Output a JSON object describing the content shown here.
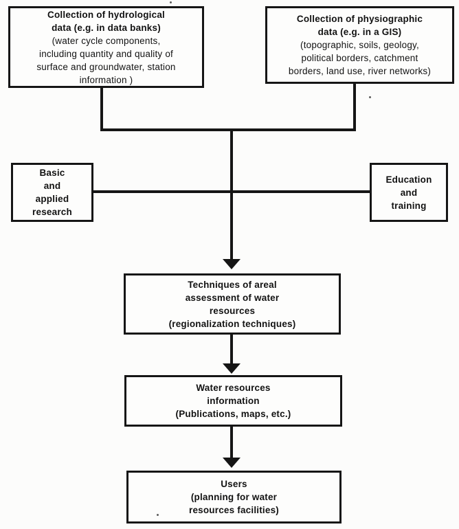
{
  "figure": {
    "type": "flowchart",
    "subject": "Areal assessment of water resources process diagram",
    "colors": {
      "background": "#fcfcfb",
      "box_fill": "#fdfdfc",
      "line": "#151515",
      "text": "#121212"
    }
  },
  "nodes": {
    "hydrological": {
      "title": "Collection of hydrological\ndata (e.g. in data banks)",
      "subtitle": "(water cycle components,\nincluding quantity and quality of\nsurface and groundwater, station\ninformation )"
    },
    "physiographic": {
      "title": "Collection of physiographic\ndata (e.g. in a GIS)",
      "subtitle": "(topographic, soils, geology,\npolitical borders, catchment\nborders, land use, river networks)"
    },
    "research": {
      "title": "Basic\nand\napplied\nresearch"
    },
    "education": {
      "title": "Education\nand\ntraining"
    },
    "techniques": {
      "title": "Techniques of areal\nassessment of water\nresources",
      "subtitle": "(regionalization techniques)"
    },
    "information": {
      "title": "Water resources\ninformation",
      "subtitle": "(Publications, maps, etc.)"
    },
    "users": {
      "title": "Users",
      "subtitle": "(planning for water\nresources facilities)"
    }
  }
}
